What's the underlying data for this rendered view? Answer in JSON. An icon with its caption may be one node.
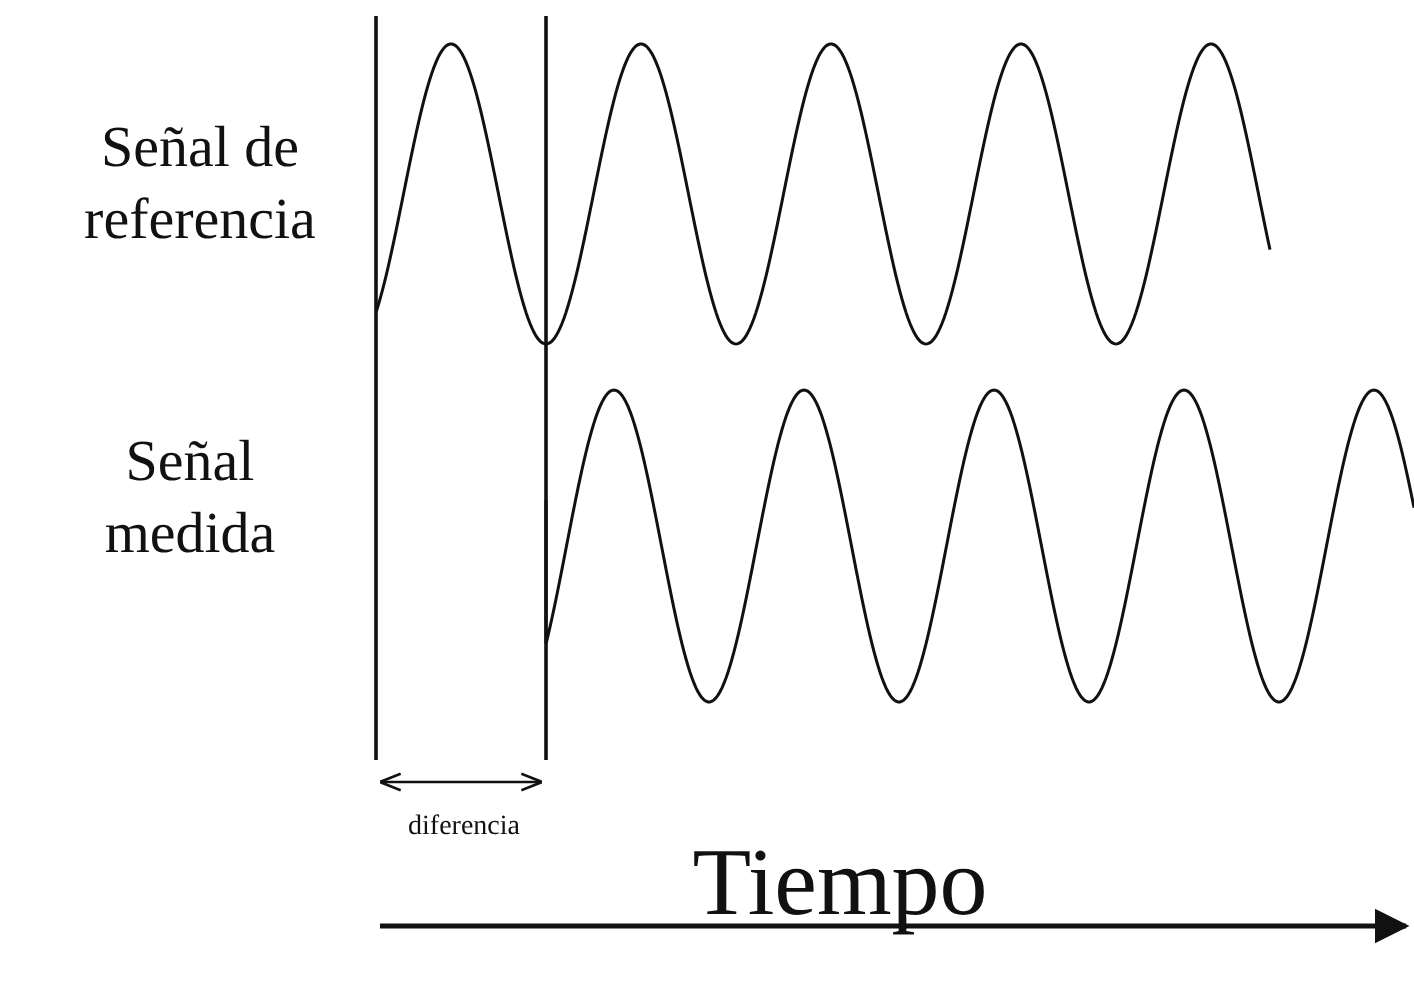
{
  "diagram": {
    "labels": [
      "Señal de referencia",
      "Señal medida",
      "diferencia",
      "Tiempo"
    ]
  }
}
